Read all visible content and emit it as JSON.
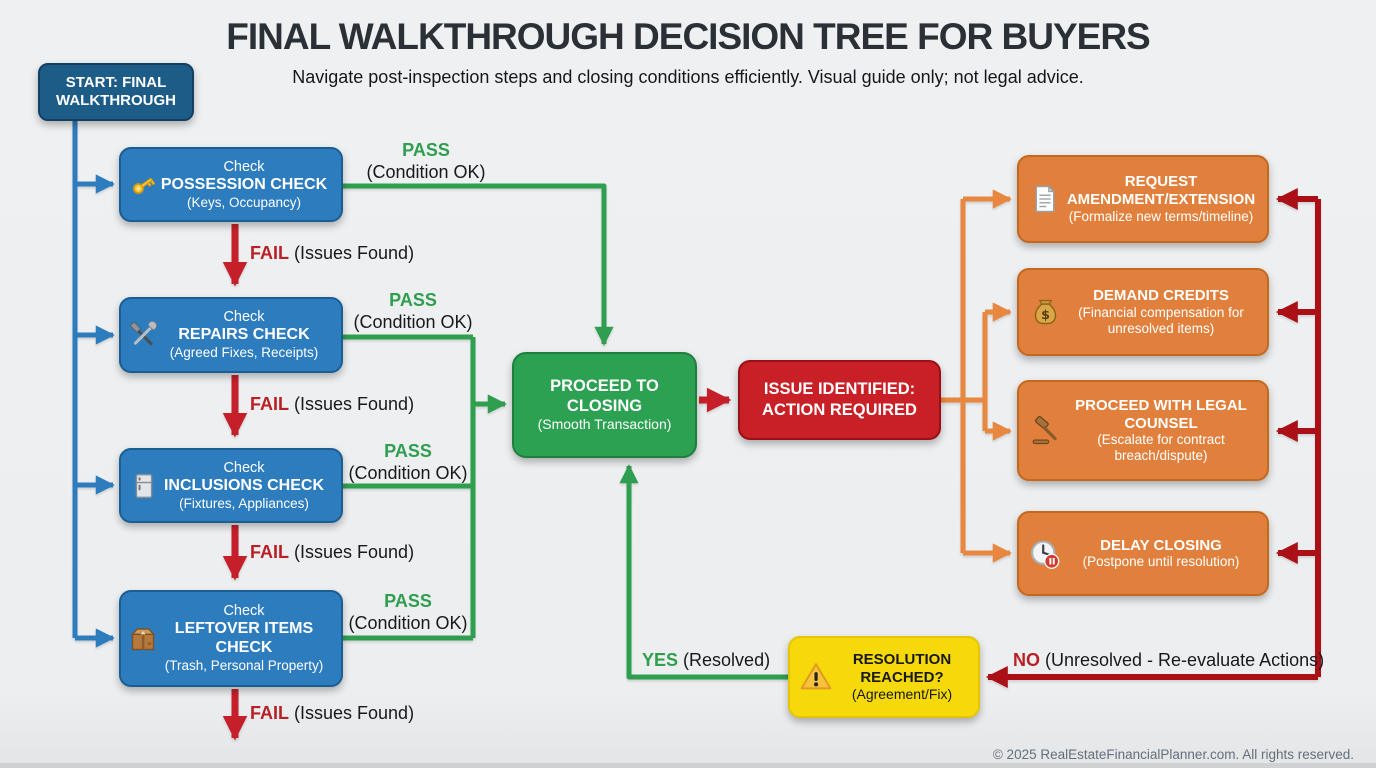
{
  "meta": {
    "title": "FINAL WALKTHROUGH DECISION TREE FOR BUYERS",
    "subtitle": "Navigate post-inspection steps and closing conditions efficiently. Visual guide only; not legal advice.",
    "footer": "© 2025 RealEstateFinancialPlanner.com. All rights reserved."
  },
  "colors": {
    "background": "#edeff1",
    "check_blue": "#2d7cbe",
    "start_blue": "#1e5c88",
    "pass_green": "#2f9e4f",
    "proceed_green": "#2ca152",
    "fail_red": "#c5202a",
    "issue_red": "#c91f26",
    "action_orange": "#e0803c",
    "feedback_dark_red": "#ab1016",
    "resolution_yellow": "#f6d90b"
  },
  "start": {
    "label": "START: FINAL WALKTHROUGH"
  },
  "labels": {
    "pass": "PASS",
    "pass_sub": "(Condition OK)",
    "fail": "FAIL",
    "fail_sub": "(Issues Found)",
    "yes": "YES",
    "yes_sub": "(Resolved)",
    "no": "NO",
    "no_sub": "(Unresolved - Re-evaluate Actions)"
  },
  "checks": [
    {
      "icon": "key-icon",
      "pre": "Check",
      "title": "POSSESSION CHECK",
      "sub": "(Keys, Occupancy)"
    },
    {
      "icon": "tools-icon",
      "pre": "Check",
      "title": "REPAIRS CHECK",
      "sub": "(Agreed Fixes, Receipts)"
    },
    {
      "icon": "refrigerator-icon",
      "pre": "Check",
      "title": "INCLUSIONS CHECK",
      "sub": "(Fixtures, Appliances)"
    },
    {
      "icon": "package-icon",
      "pre": "Check",
      "title": "LEFTOVER ITEMS CHECK",
      "sub": "(Trash, Personal Property)"
    }
  ],
  "outcomes": {
    "proceed": {
      "title": "PROCEED TO CLOSING",
      "sub": "(Smooth Transaction)"
    },
    "issue": {
      "title": "ISSUE IDENTIFIED: ACTION REQUIRED"
    }
  },
  "actions": [
    {
      "icon": "document-icon",
      "title": "REQUEST AMENDMENT/EXTENSION",
      "sub": "(Formalize new terms/timeline)"
    },
    {
      "icon": "money-bag-icon",
      "title": "DEMAND CREDITS",
      "sub": "(Financial compensation for unresolved items)"
    },
    {
      "icon": "gavel-icon",
      "title": "PROCEED WITH LEGAL COUNSEL",
      "sub": "(Escalate for contract breach/dispute)"
    },
    {
      "icon": "clock-pause-icon",
      "title": "DELAY CLOSING",
      "sub": "(Postpone until resolution)"
    }
  ],
  "resolution": {
    "icon": "warning-icon",
    "title": "RESOLUTION REACHED?",
    "sub": "(Agreement/Fix)"
  }
}
